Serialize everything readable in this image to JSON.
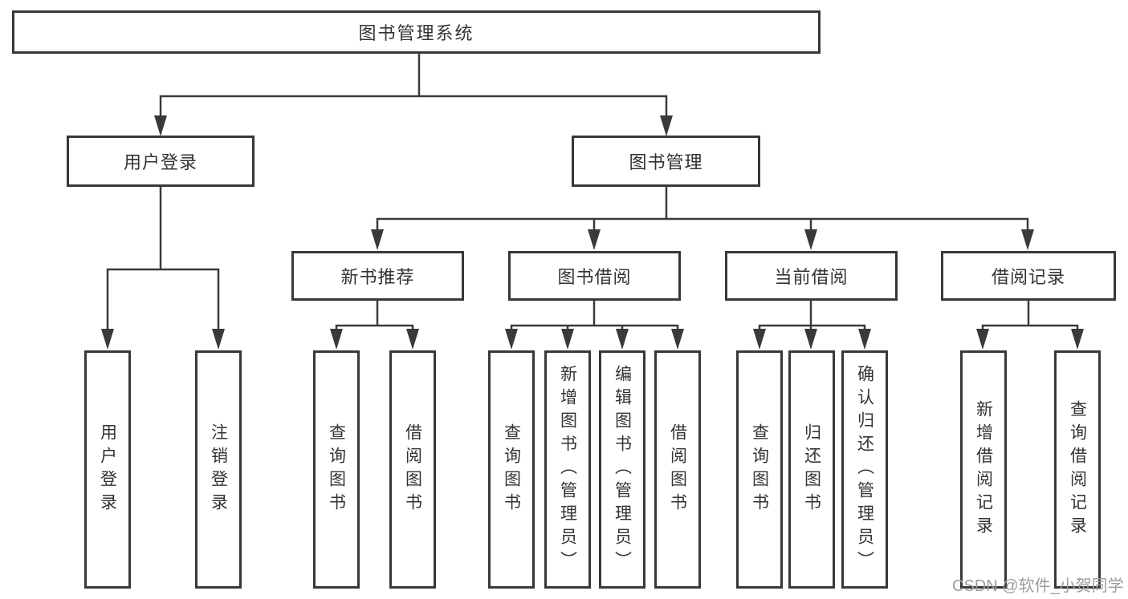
{
  "diagram": {
    "nodes": {
      "root": "图书管理系统",
      "level2": [
        "用户登录",
        "图书管理"
      ],
      "level3": [
        "新书推荐",
        "图书借阅",
        "当前借阅",
        "借阅记录"
      ],
      "leaves": [
        "用户登录",
        "注销登录",
        "查询图书",
        "借阅图书",
        "查询图书",
        "新增图书（管理员）",
        "编辑图书（管理员）",
        "借阅图书",
        "查询图书",
        "归还图书",
        "确认归还（管理员）",
        "新增借阅记录",
        "查询借阅记录"
      ]
    },
    "colors": {
      "line": "#3a3a3a",
      "text": "#333333",
      "box_background": "#ffffff",
      "watermark": "#9c9c9c"
    }
  },
  "watermark": {
    "text": "CSDN @软件_小贺同学"
  }
}
